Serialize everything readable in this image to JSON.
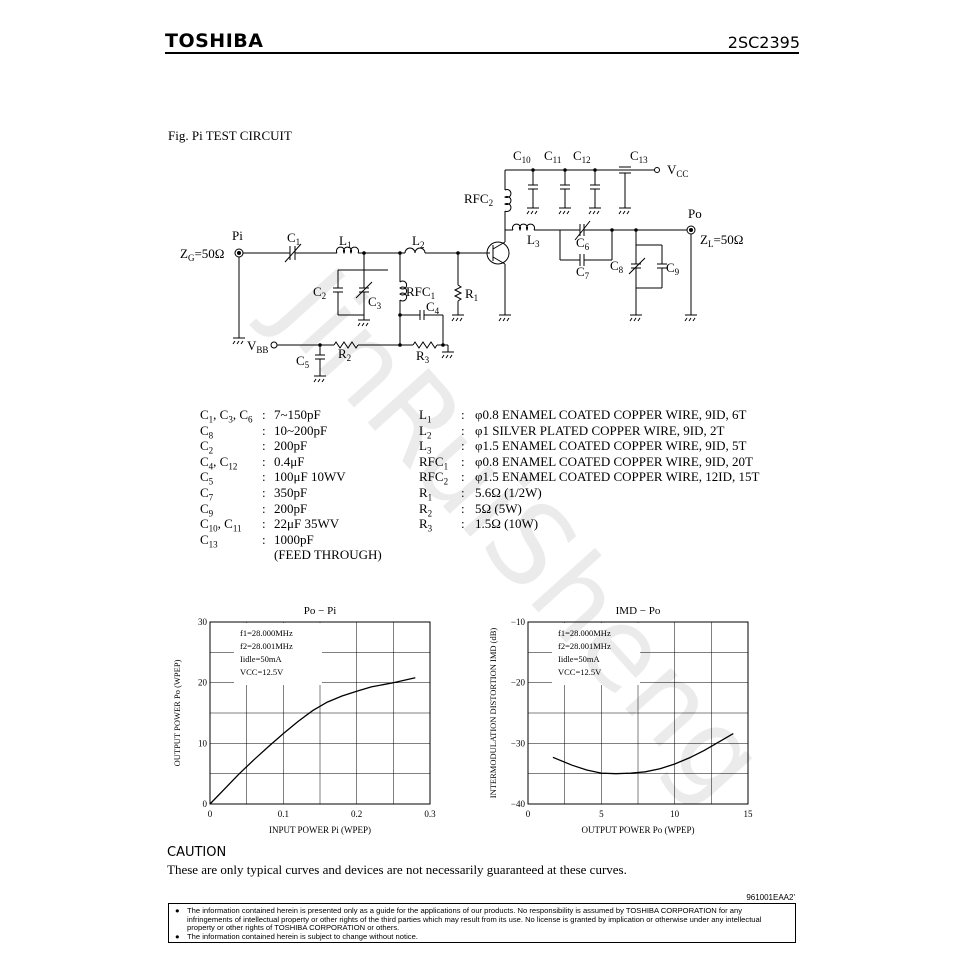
{
  "header": {
    "brand": "TOSHIBA",
    "part": "2SC2395"
  },
  "figure_title": "Fig. Pi TEST CIRCUIT",
  "circuit_labels": {
    "c10": "C",
    "c10s": "10",
    "c11": "C",
    "c11s": "11",
    "c12": "C",
    "c12s": "12",
    "c13": "C",
    "c13s": "13",
    "vcc": "V",
    "vccs": "CC",
    "rfc2": "RFC",
    "rfc2s": "2",
    "po": "Po",
    "pi": "Pi",
    "c1": "C",
    "c1s": "1",
    "l1": "L",
    "l1s": "1",
    "l2": "L",
    "l2s": "2",
    "l3": "L",
    "l3s": "3",
    "c6": "C",
    "c6s": "6",
    "c7": "C",
    "c7s": "7",
    "c8": "C",
    "c8s": "8",
    "c9": "C",
    "c9s": "9",
    "zg": "Z",
    "zgs": "G",
    "zgv": "=50Ω",
    "zl": "Z",
    "zls": "L",
    "zlv": "=50Ω",
    "c2": "C",
    "c2s": "2",
    "c3": "C",
    "c3s": "3",
    "rfc1": "RFC",
    "rfc1s": "1",
    "c4": "C",
    "c4s": "4",
    "r1": "R",
    "r1s": "1",
    "vbb": "V",
    "vbbs": "BB",
    "r2": "R",
    "r2s": "2",
    "r3": "R",
    "r3s": "3",
    "c5": "C",
    "c5s": "5"
  },
  "components_left": [
    {
      "name": "C1, C3, C6",
      "value": "7~150pF"
    },
    {
      "name": "C8",
      "value": "10~200pF"
    },
    {
      "name": "C2",
      "value": "200pF"
    },
    {
      "name": "C4, C12",
      "value": "0.4μF"
    },
    {
      "name": "C5",
      "value": "100μF 10WV"
    },
    {
      "name": "C7",
      "value": "350pF"
    },
    {
      "name": "C9",
      "value": "200pF"
    },
    {
      "name": "C10, C11",
      "value": "22μF 35WV"
    },
    {
      "name": "C13",
      "value": "1000pF"
    },
    {
      "name": "",
      "value": "(FEED THROUGH)"
    }
  ],
  "components_right": [
    {
      "name": "L1",
      "value": "φ0.8 ENAMEL COATED COPPER WIRE, 9ID, 6T"
    },
    {
      "name": "L2",
      "value": "φ1 SILVER PLATED COPPER WIRE, 9ID, 2T"
    },
    {
      "name": "L3",
      "value": "φ1.5 ENAMEL COATED COPPER WIRE, 9ID, 5T"
    },
    {
      "name": "RFC1",
      "value": "φ0.8 ENAMEL COATED COPPER WIRE, 9ID, 20T"
    },
    {
      "name": "RFC2",
      "value": "φ1.5 ENAMEL COATED COPPER WIRE, 12ID, 15T"
    },
    {
      "name": "R1",
      "value": "5.6Ω (1/2W)"
    },
    {
      "name": "R2",
      "value": "5Ω (5W)"
    },
    {
      "name": "R3",
      "value": "1.5Ω (10W)"
    }
  ],
  "chart_data": [
    {
      "type": "line",
      "title": "Po − Pi",
      "xlabel": "INPUT POWER   Pi   (WPEP)",
      "ylabel": "OUTPUT POWER   Po   (WPEP)",
      "xlim": [
        0,
        0.3
      ],
      "ylim": [
        0,
        30
      ],
      "x_ticks": [
        "0",
        "0.1",
        "0.2",
        "0.3"
      ],
      "y_ticks": [
        "0",
        "10",
        "20",
        "30"
      ],
      "conditions": [
        "f1=28.000MHz",
        "f2=28.001MHz",
        "Iidle=50mA",
        "VCC=12.5V"
      ],
      "grid": true,
      "series": [
        {
          "x": [
            0,
            0.02,
            0.04,
            0.06,
            0.08,
            0.1,
            0.12,
            0.14,
            0.16,
            0.18,
            0.2,
            0.22,
            0.25,
            0.28
          ],
          "y": [
            0,
            2.5,
            5,
            7.3,
            9.5,
            11.6,
            13.6,
            15.4,
            16.8,
            17.8,
            18.6,
            19.3,
            20.0,
            20.8
          ]
        }
      ]
    },
    {
      "type": "line",
      "title": "IMD − Po",
      "xlabel": "OUTPUT POWER   Po   (WPEP)",
      "ylabel": "INTERMODULATION DISTORTION   IMD   (dB)",
      "xlim": [
        0,
        15
      ],
      "ylim": [
        -40,
        -10
      ],
      "x_ticks": [
        "0",
        "5",
        "10",
        "15"
      ],
      "y_ticks": [
        "−10",
        "−20",
        "−30",
        "−40"
      ],
      "conditions": [
        "f1=28.000MHz",
        "f2=28.001MHz",
        "Iidle=50mA",
        "VCC=12.5V"
      ],
      "grid": true,
      "series": [
        {
          "x": [
            1.7,
            3,
            4,
            5,
            6,
            7,
            8,
            9,
            10,
            11,
            12,
            13,
            14
          ],
          "y": [
            -32.3,
            -33.6,
            -34.4,
            -34.9,
            -35.0,
            -34.9,
            -34.7,
            -34.2,
            -33.4,
            -32.4,
            -31.2,
            -29.8,
            -28.4
          ]
        }
      ]
    }
  ],
  "caution": {
    "heading": "CAUTION",
    "text": "These are only typical curves and devices are not necessarily guaranteed at these curves."
  },
  "doc_id": "961001EAA2'",
  "notice": [
    "The information contained herein is presented only as a guide for the applications of our products. No responsibility is assumed by TOSHIBA CORPORATION for any infringements of intellectual property or other rights of the third parties which may result from its use. No license is granted by implication or otherwise under any intellectual property or other rights of TOSHIBA CORPORATION or others.",
    "The information contained herein is subject to change without notice."
  ],
  "watermark": "JinRuiSheng"
}
